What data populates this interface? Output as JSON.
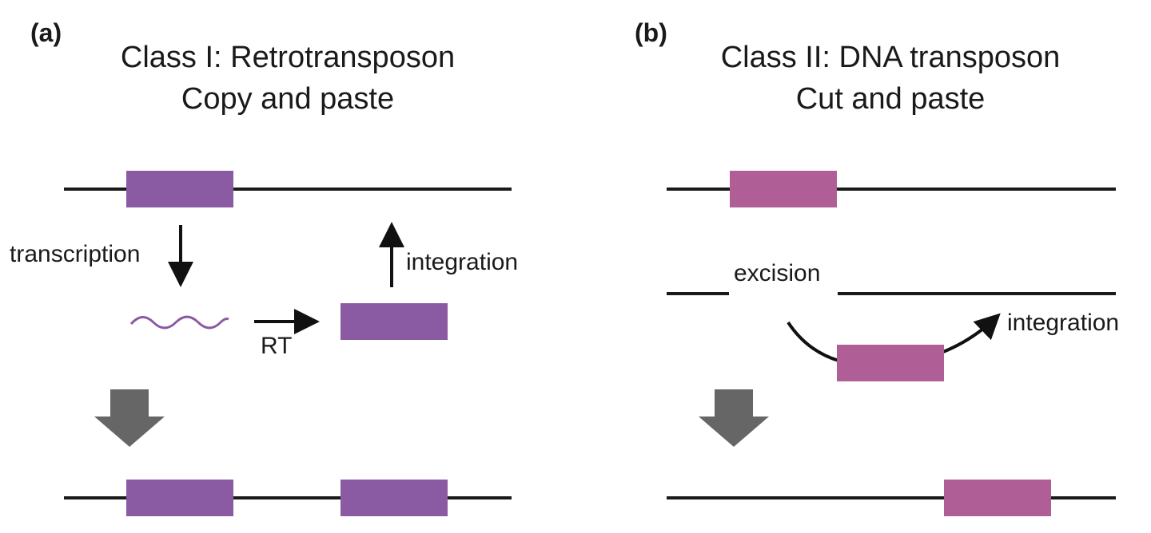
{
  "colors": {
    "retro_element": "#8a5aa3",
    "dna_element": "#b05f96",
    "dna_line": "#1a1a1a",
    "big_arrow": "#666666",
    "text": "#1a1a1a"
  },
  "panel_a": {
    "label": "(a)",
    "title_line1": "Class I: Retrotransposon",
    "title_line2": "Copy and paste",
    "transcription_label": "transcription",
    "rt_label": "RT",
    "integration_label": "integration"
  },
  "panel_b": {
    "label": "(b)",
    "title_line1": "Class II: DNA transposon",
    "title_line2": "Cut and paste",
    "excision_label": "excision",
    "integration_label": "integration"
  }
}
